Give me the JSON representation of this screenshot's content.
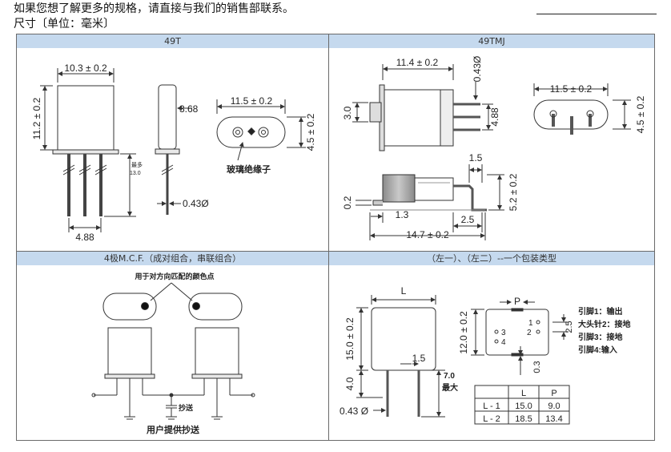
{
  "header": {
    "intro": "如果您想了解更多的规格，请直接与我们的销售部联系。",
    "units": "尺寸〔单位：毫米〕"
  },
  "panels": {
    "p1": {
      "title": "49T",
      "dims": {
        "w": "10.3 ± 0.2",
        "h": "11.2 ± 0.2",
        "pin_w": "3.68",
        "ins_w": "11.5 ± 0.2",
        "ins_h": "4.5 ± 0.2",
        "max_a": "最多",
        "max_b": "13.0",
        "wire": "0.43Ø",
        "pitch": "4.88"
      },
      "label_insulator": "玻璃绝缘子"
    },
    "p2": {
      "title": "49TMJ",
      "dims": {
        "w": "11.4 ± 0.2",
        "wire": "0.43Ø",
        "pitch": "4.88",
        "h": "3.0",
        "ins_w": "11.5 ± 0.2",
        "ins_h": "4.5 ± 0.2",
        "d15": "1.5",
        "d02": "0.2",
        "d13": "1.3",
        "d25": "2.5",
        "len": "14.7 ± 0.2",
        "d52": "5.2 ± 0.2"
      }
    },
    "p3": {
      "title": "4极M.C.F.（成对组合，串联组合）",
      "top_label": "用于对方向匹配的颜色点",
      "copy_label": "抄送",
      "user_label": "用户提供抄送"
    },
    "p4": {
      "title": "（左一）、（左二）--一个包装类型",
      "dims": {
        "L": "L",
        "P": "P",
        "h15": "15.0 ± 0.2",
        "d40": "4.0",
        "wire": "0.43 Ø",
        "d15": "1.5",
        "max_a": "7.0",
        "max_b": "最大",
        "w12": "12.0 ± 0.2",
        "d25": "2.5",
        "d03": "0.3",
        "pin1": "1",
        "pin2": "2",
        "pin3": "3",
        "pin4": "4"
      },
      "pins": [
        "引脚1：输出",
        "大头针2：接地",
        "引脚3：接地",
        "引脚4:输入"
      ],
      "table": {
        "headers": [
          "",
          "L",
          "P"
        ],
        "rows": [
          [
            "L - 1",
            "15.0",
            "9.0"
          ],
          [
            "L - 2",
            "18.5",
            "13.4"
          ]
        ]
      }
    }
  }
}
